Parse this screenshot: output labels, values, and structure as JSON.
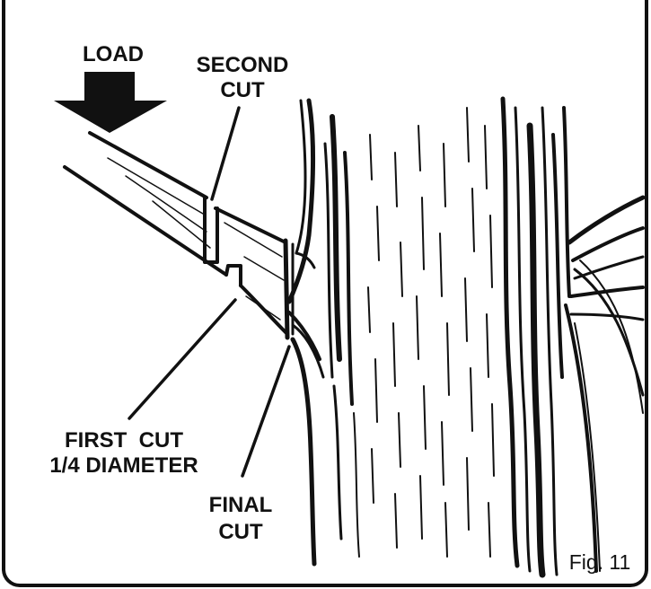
{
  "labels": {
    "load": "LOAD",
    "second_cut_line1": "SECOND",
    "second_cut_line2": "CUT",
    "first_cut_line1": "FIRST  CUT",
    "first_cut_line2": "1/4 DIAMETER",
    "final_cut_line1": "FINAL",
    "final_cut_line2": "CUT"
  },
  "caption": "Fig. 11",
  "colors": {
    "ink": "#111111",
    "background": "#ffffff"
  }
}
